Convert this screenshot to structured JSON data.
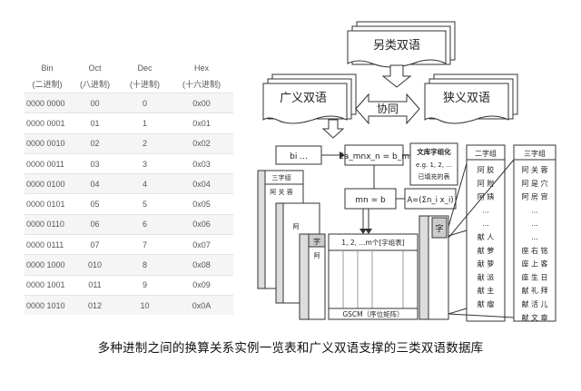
{
  "table": {
    "headers": [
      {
        "top": "Bin",
        "bottom": "(二进制)"
      },
      {
        "top": "Oct",
        "bottom": "(八进制)"
      },
      {
        "top": "Dec",
        "bottom": "(十进制)"
      },
      {
        "top": "Hex",
        "bottom": "(十六进制)"
      }
    ],
    "rows": [
      [
        "0000 0000",
        "00",
        "0",
        "0x00"
      ],
      [
        "0000 0001",
        "01",
        "1",
        "0x01"
      ],
      [
        "0000 0010",
        "02",
        "2",
        "0x02"
      ],
      [
        "0000 0011",
        "03",
        "3",
        "0x03"
      ],
      [
        "0000 0100",
        "04",
        "4",
        "0x04"
      ],
      [
        "0000 0101",
        "05",
        "5",
        "0x05"
      ],
      [
        "0000 0110",
        "06",
        "6",
        "0x06"
      ],
      [
        "0000 0111",
        "07",
        "7",
        "0x07"
      ],
      [
        "0000 1000",
        "010",
        "8",
        "0x08"
      ],
      [
        "0000 1001",
        "011",
        "9",
        "0x09"
      ],
      [
        "0000 1010",
        "012",
        "10",
        "0x0A"
      ]
    ]
  },
  "diagram": {
    "top_label": "另类双语",
    "left_label": "广义双语",
    "right_label": "狭义双语",
    "center_label": "协同",
    "bi_box": "bi ...",
    "sum_box": "Σa_mnx_n = b_m",
    "mn_box": "mn = b",
    "a_box": "A=(Σn_i x_i)",
    "info_title": "文库字组化",
    "info_line1": "e.g. 1, 2, ...",
    "info_line2": "已填充的表",
    "gscm_header": "1, 2, ...m个[字组表]",
    "gscm_footer": "GSCM（序位矩阵）",
    "col2_header": "二字组",
    "col3_header": "三字组",
    "col2_items": [
      "阿 胶",
      "阿 附",
      "阿 姨",
      "...",
      "...",
      "献 人",
      "献 萝",
      "献 萝",
      "献 派",
      "献 主",
      "献 瘤"
    ],
    "col3_items": [
      "阿 关 蓉",
      "阿 是 穴",
      "阿 房 宫",
      "...",
      "...",
      "...",
      "座 右 铭",
      "座 上 客",
      "座 生 日",
      "献 礼 拜",
      "献 活 儿",
      "献 文 章"
    ],
    "small_table_header": "三字组",
    "small_table_cell": "阿 关 蓉",
    "zi_label": "字",
    "a_char": "阿"
  },
  "caption": "多种进制之间的换算关系实例一览表和广义双语支撑的三类双语数据库"
}
